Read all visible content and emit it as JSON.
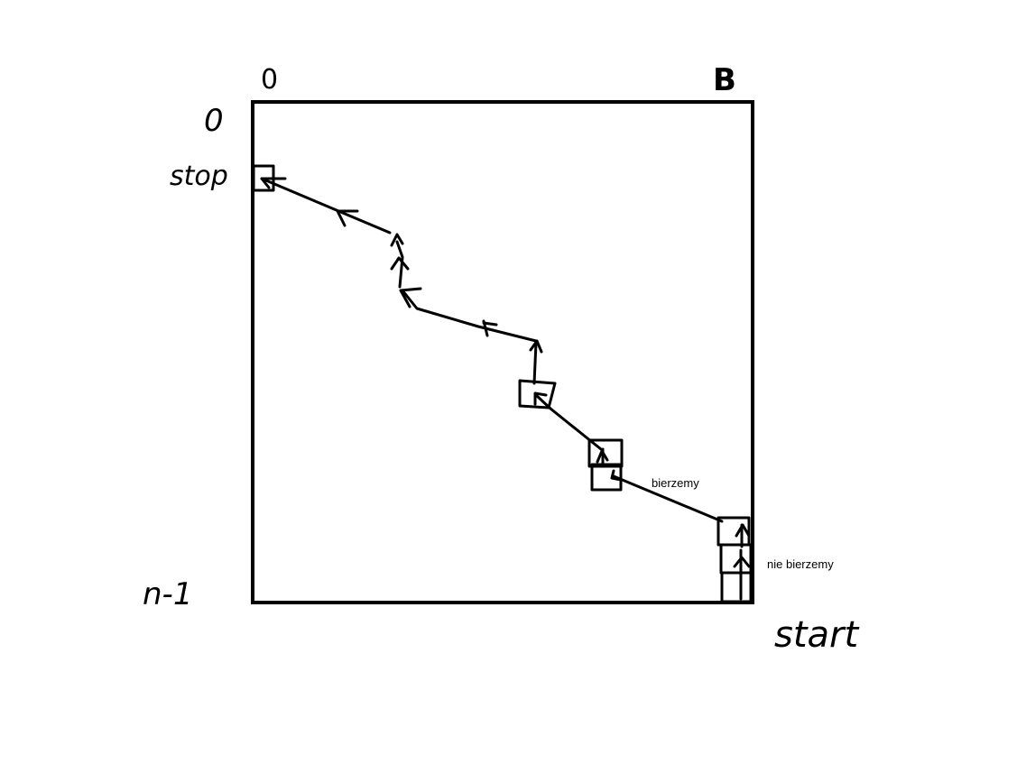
{
  "labels": {
    "top_left_x": "0",
    "top_right_x": "B",
    "left_top_y": "0",
    "left_upper": "stop",
    "left_bottom": "n-1",
    "bottom_right": "start"
  },
  "annotations": {
    "take": "bierzemy",
    "not_take": "nie bierzemy"
  }
}
